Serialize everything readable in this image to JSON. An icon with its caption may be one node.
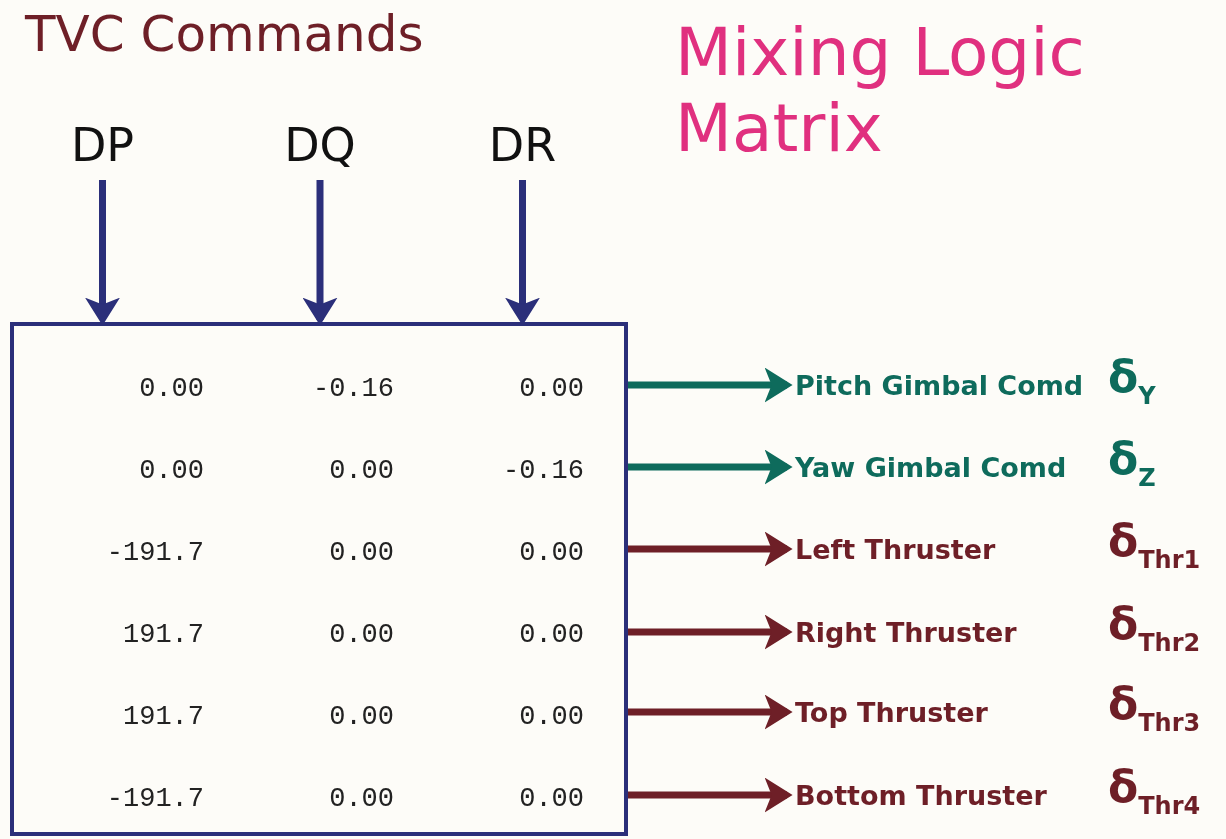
{
  "diagram": {
    "title": "Mixing Logic Matrix",
    "nodes": [
      {
        "text": [
          "DP"
        ]
      },
      {
        "text": [
          "DQ"
        ]
      },
      {
        "text": [
          "DR"
        ]
      },
      {
        "text": [
          "0.00",
          "-0.16",
          "0.00",
          "0.00",
          "0.00",
          "-0.16",
          "-191.7",
          "0.00",
          "0.00",
          "191.7",
          "0.00",
          "0.00",
          "191.7",
          "0.00",
          "0.00",
          "-191.7",
          "0.00",
          "0.00"
        ]
      },
      {
        "text": [
          "Pitch Gimbal Comd"
        ],
        "beside": [
          "δ$_{Y}$"
        ]
      },
      {
        "text": [
          "Yaw Gimbal Comd"
        ],
        "beside": [
          "δ$_{Z}$"
        ]
      },
      {
        "text": [
          "Left Thruster"
        ],
        "beside": [
          "δ$_{Thr1}$"
        ]
      },
      {
        "text": [
          "Right Thruster"
        ],
        "beside": [
          "δ$_{Thr2}$"
        ]
      },
      {
        "text": [
          "Top Thruster"
        ],
        "beside": [
          "δ$_{Thr3}$"
        ]
      },
      {
        "text": [
          "Bottom Thruster"
        ],
        "beside": [
          "δ$_{Thr4}$"
        ]
      }
    ],
    "edges": [
      {
        "from": 0,
        "to": 3,
        "arrow": "to",
        "color": "#2b2f7a"
      },
      {
        "from": 1,
        "to": 3,
        "arrow": "to",
        "color": "#2b2f7a"
      },
      {
        "from": 2,
        "to": 3,
        "arrow": "to",
        "color": "#2b2f7a"
      },
      {
        "from": 3,
        "to": 4,
        "arrow": "to",
        "color": "#0e6b5c"
      },
      {
        "from": 3,
        "to": 5,
        "arrow": "to",
        "color": "#0e6b5c"
      },
      {
        "from": 3,
        "to": 6,
        "arrow": "to"
      },
      {
        "from": 3,
        "to": 7,
        "arrow": "to"
      },
      {
        "from": 3,
        "to": 8,
        "arrow": "to"
      },
      {
        "from": 3,
        "to": 9,
        "arrow": "to"
      }
    ],
    "labels": [
      "TVC Commands"
    ]
  }
}
